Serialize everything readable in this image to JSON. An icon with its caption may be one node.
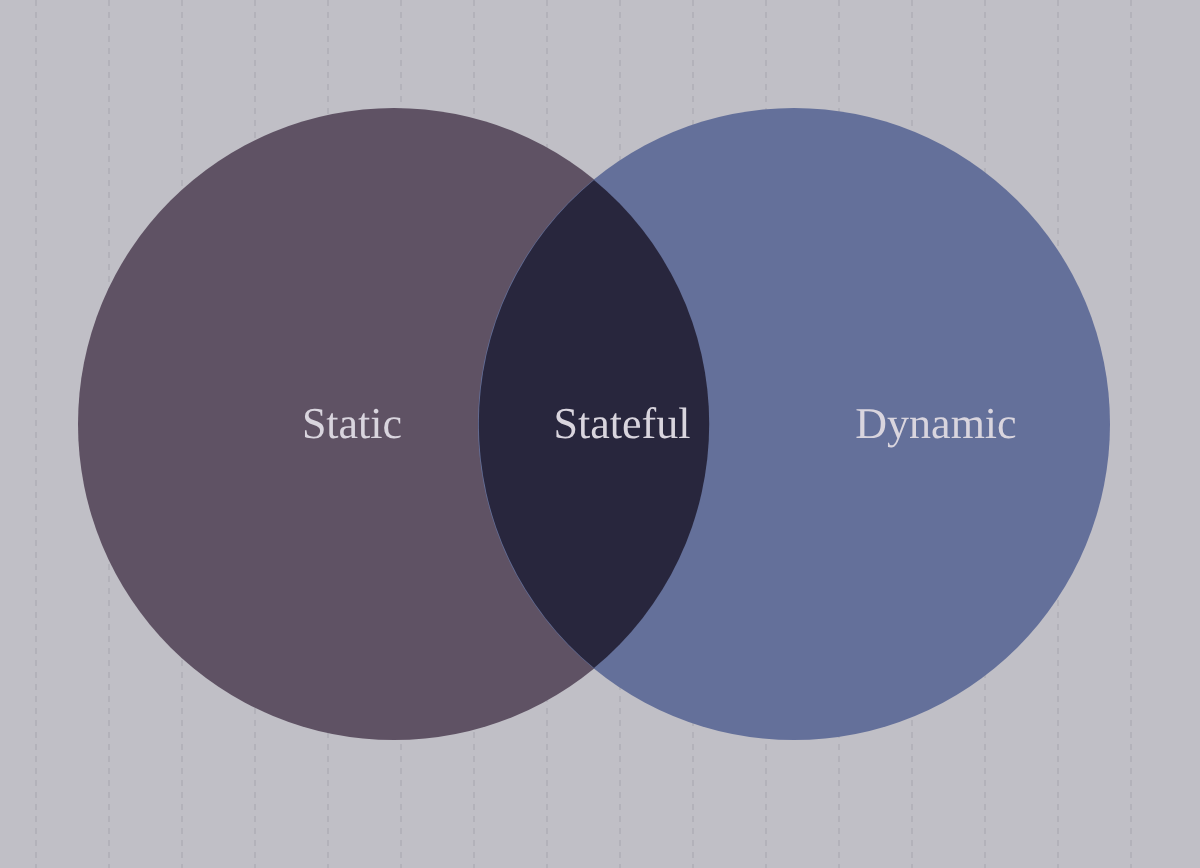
{
  "diagram": {
    "nodes": [
      {
        "text": [
          "Static"
        ]
      },
      {
        "text": [
          "Dynamic"
        ]
      },
      {
        "text": [
          "Stateful"
        ]
      }
    ]
  }
}
